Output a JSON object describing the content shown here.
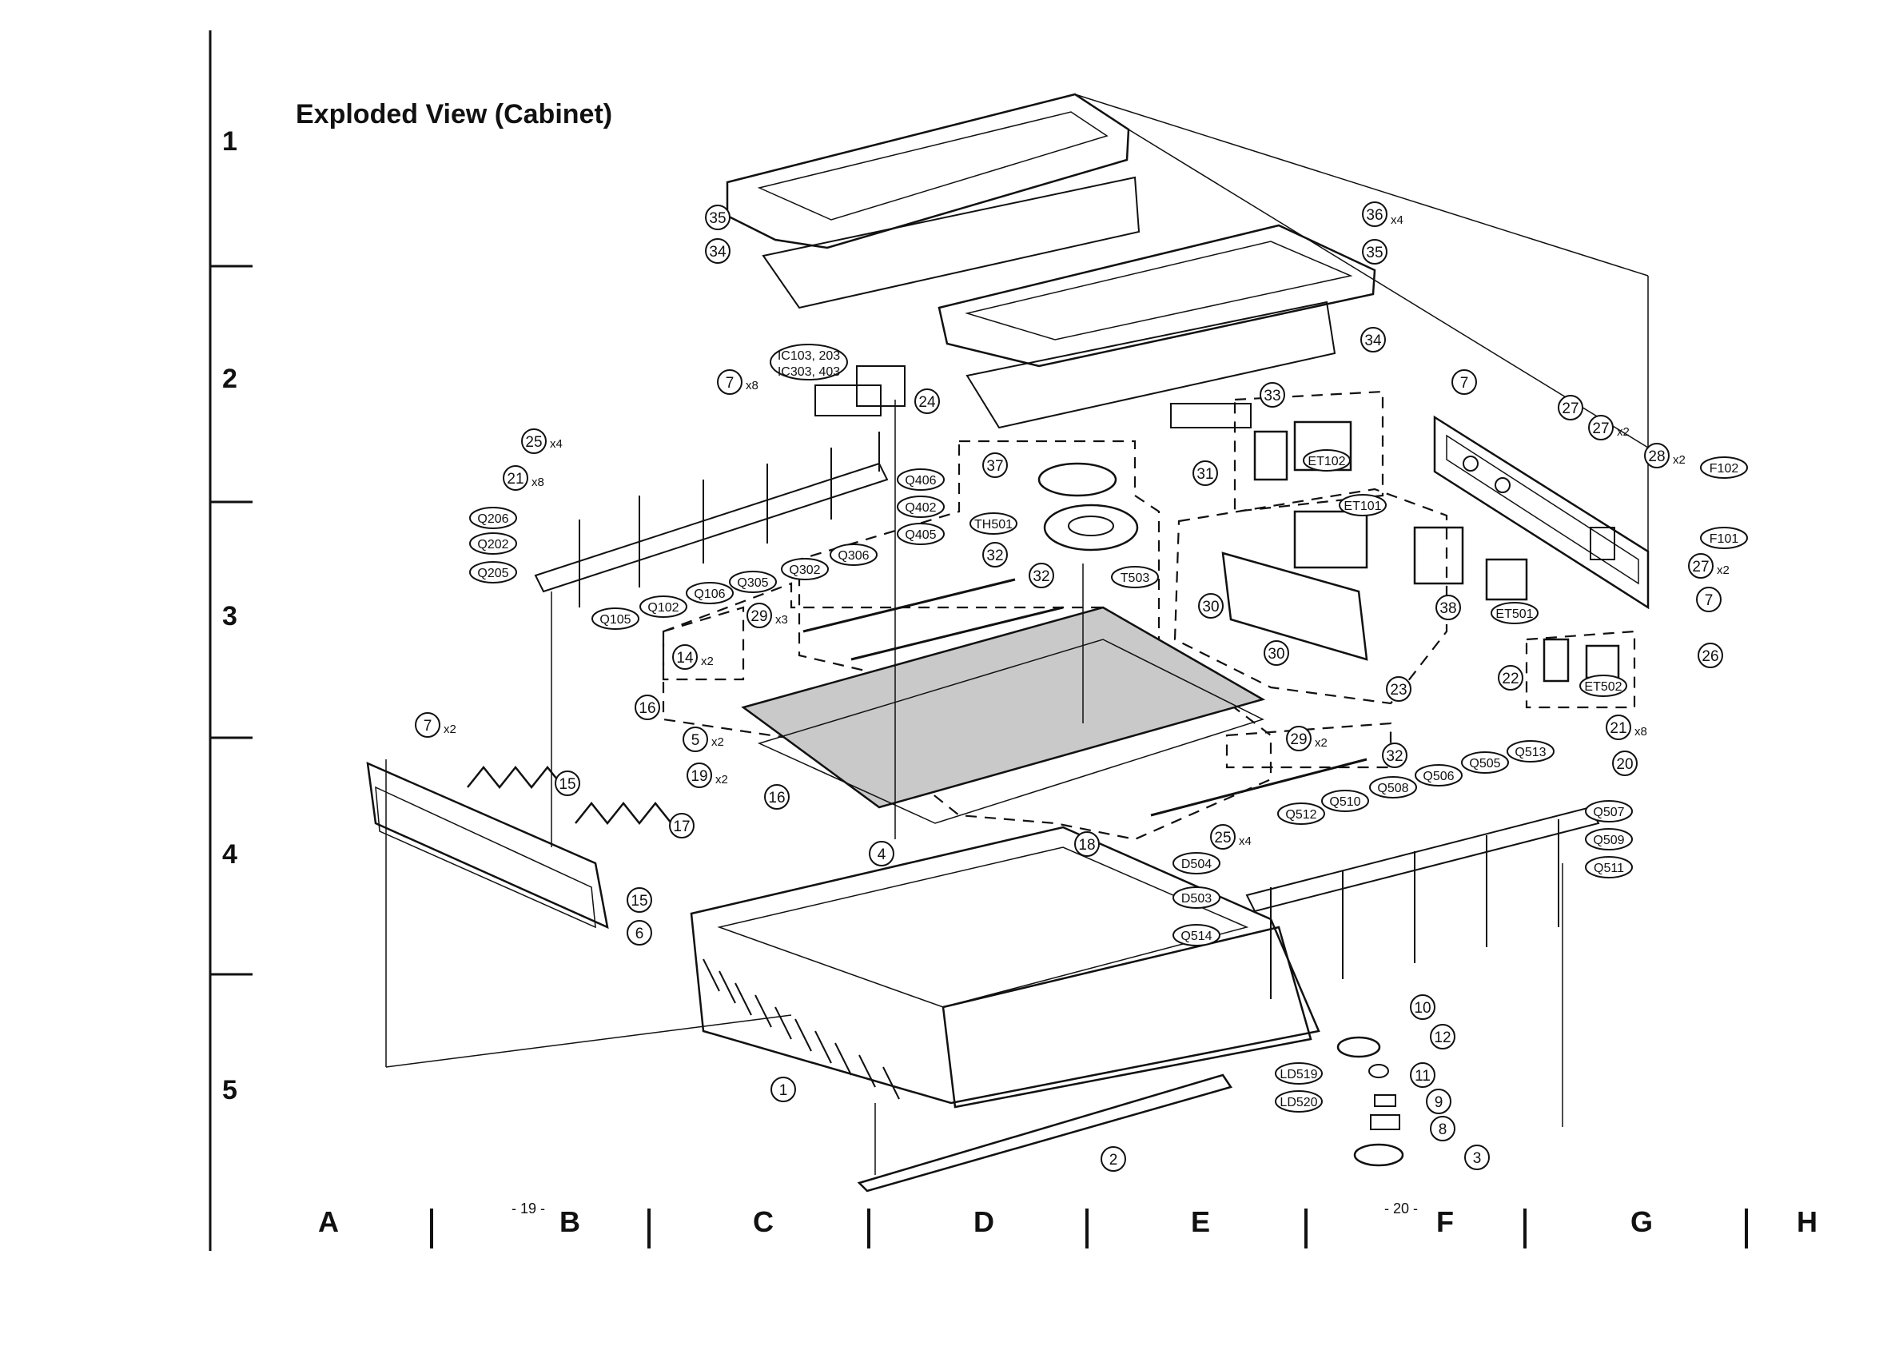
{
  "title": "Exploded View (Cabinet)",
  "grid": {
    "rows": [
      "1",
      "2",
      "3",
      "4",
      "5"
    ],
    "columns": [
      "A",
      "B",
      "C",
      "D",
      "E",
      "F",
      "G",
      "H"
    ],
    "page_numbers": [
      "- 19 -",
      "- 20 -"
    ]
  },
  "callouts": [
    {
      "id": "35",
      "label": "35"
    },
    {
      "id": "34",
      "label": "34"
    },
    {
      "id": "35b",
      "label": "35"
    },
    {
      "id": "34b",
      "label": "34"
    },
    {
      "id": "36",
      "label": "36"
    },
    {
      "id": "33",
      "label": "33"
    },
    {
      "id": "7a",
      "label": "7"
    },
    {
      "id": "24",
      "label": "24"
    },
    {
      "id": "25a",
      "label": "25"
    },
    {
      "id": "21a",
      "label": "21"
    },
    {
      "id": "37",
      "label": "37"
    },
    {
      "id": "31",
      "label": "31"
    },
    {
      "id": "27a",
      "label": "27"
    },
    {
      "id": "27b",
      "label": "27"
    },
    {
      "id": "28",
      "label": "28"
    },
    {
      "id": "7b",
      "label": "7"
    },
    {
      "id": "32a",
      "label": "32"
    },
    {
      "id": "32b",
      "label": "32"
    },
    {
      "id": "29a",
      "label": "29"
    },
    {
      "id": "14",
      "label": "14"
    },
    {
      "id": "30a",
      "label": "30"
    },
    {
      "id": "30b",
      "label": "30"
    },
    {
      "id": "38",
      "label": "38"
    },
    {
      "id": "23",
      "label": "23"
    },
    {
      "id": "26",
      "label": "26"
    },
    {
      "id": "27c",
      "label": "27"
    },
    {
      "id": "7c",
      "label": "7"
    },
    {
      "id": "22",
      "label": "22"
    },
    {
      "id": "7d",
      "label": "7"
    },
    {
      "id": "16a",
      "label": "16"
    },
    {
      "id": "5",
      "label": "5"
    },
    {
      "id": "19",
      "label": "19"
    },
    {
      "id": "15a",
      "label": "15"
    },
    {
      "id": "17",
      "label": "17"
    },
    {
      "id": "16b",
      "label": "16"
    },
    {
      "id": "29b",
      "label": "29"
    },
    {
      "id": "32c",
      "label": "32"
    },
    {
      "id": "21b",
      "label": "21"
    },
    {
      "id": "20",
      "label": "20"
    },
    {
      "id": "4",
      "label": "4"
    },
    {
      "id": "18",
      "label": "18"
    },
    {
      "id": "25b",
      "label": "25"
    },
    {
      "id": "15b",
      "label": "15"
    },
    {
      "id": "6",
      "label": "6"
    },
    {
      "id": "10",
      "label": "10"
    },
    {
      "id": "12",
      "label": "12"
    },
    {
      "id": "11",
      "label": "11"
    },
    {
      "id": "9",
      "label": "9"
    },
    {
      "id": "8",
      "label": "8"
    },
    {
      "id": "3",
      "label": "3"
    },
    {
      "id": "1",
      "label": "1"
    },
    {
      "id": "2",
      "label": "2"
    }
  ],
  "component_labels": [
    {
      "id": "ic",
      "lines": [
        "IC103, 203",
        "IC303, 403"
      ]
    },
    {
      "id": "q406",
      "label": "Q406"
    },
    {
      "id": "q402",
      "label": "Q402"
    },
    {
      "id": "q405",
      "label": "Q405"
    },
    {
      "id": "q206",
      "label": "Q206"
    },
    {
      "id": "q202",
      "label": "Q202"
    },
    {
      "id": "q205",
      "label": "Q205"
    },
    {
      "id": "q105",
      "label": "Q105"
    },
    {
      "id": "q102",
      "label": "Q102"
    },
    {
      "id": "q106",
      "label": "Q106"
    },
    {
      "id": "q305",
      "label": "Q305"
    },
    {
      "id": "q302",
      "label": "Q302"
    },
    {
      "id": "q306",
      "label": "Q306"
    },
    {
      "id": "th501",
      "label": "TH501"
    },
    {
      "id": "t503",
      "label": "T503"
    },
    {
      "id": "et102",
      "label": "ET102"
    },
    {
      "id": "et101",
      "label": "ET101"
    },
    {
      "id": "et501",
      "label": "ET501"
    },
    {
      "id": "et502",
      "label": "ET502"
    },
    {
      "id": "f102",
      "label": "F102"
    },
    {
      "id": "f101",
      "label": "F101"
    },
    {
      "id": "q513",
      "label": "Q513"
    },
    {
      "id": "q505",
      "label": "Q505"
    },
    {
      "id": "q506",
      "label": "Q506"
    },
    {
      "id": "q508",
      "label": "Q508"
    },
    {
      "id": "q510",
      "label": "Q510"
    },
    {
      "id": "q512",
      "label": "Q512"
    },
    {
      "id": "q507",
      "label": "Q507"
    },
    {
      "id": "q509",
      "label": "Q509"
    },
    {
      "id": "q511",
      "label": "Q511"
    },
    {
      "id": "d504",
      "label": "D504"
    },
    {
      "id": "d503",
      "label": "D503"
    },
    {
      "id": "q514",
      "label": "Q514"
    },
    {
      "id": "ld519",
      "label": "LD519"
    },
    {
      "id": "ld520",
      "label": "LD520"
    }
  ],
  "quantities": [
    {
      "id": "q36",
      "label": "x4"
    },
    {
      "id": "q7a",
      "label": "x8"
    },
    {
      "id": "q25a",
      "label": "x4"
    },
    {
      "id": "q21a",
      "label": "x8"
    },
    {
      "id": "q27b",
      "label": "x2"
    },
    {
      "id": "q28",
      "label": "x2"
    },
    {
      "id": "q29a",
      "label": "x3"
    },
    {
      "id": "q14",
      "label": "x2"
    },
    {
      "id": "q27c",
      "label": "x2"
    },
    {
      "id": "q7d",
      "label": "x2"
    },
    {
      "id": "q5",
      "label": "x2"
    },
    {
      "id": "q19",
      "label": "x2"
    },
    {
      "id": "q29b",
      "label": "x2"
    },
    {
      "id": "q21b",
      "label": "x8"
    },
    {
      "id": "q25b",
      "label": "x4"
    }
  ],
  "colors": {
    "ink": "#111111",
    "board_fill": "#c9c9c9",
    "paper": "#ffffff"
  }
}
